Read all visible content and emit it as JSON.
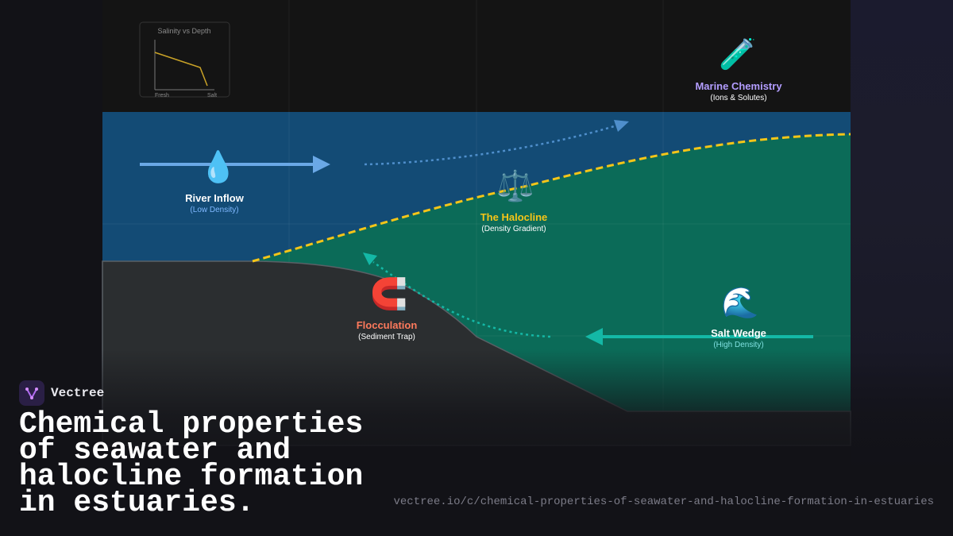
{
  "inset_chart": {
    "title": "Salinity vs Depth",
    "x_left_label": "Fresh",
    "x_right_label": "Salt"
  },
  "labels": {
    "marine_chemistry": {
      "icon": "test-tube-icon",
      "glyph": "🧪",
      "title": "Marine Chemistry",
      "subtitle": "(Ions & Solutes)",
      "color": "#b39dff"
    },
    "river_inflow": {
      "icon": "droplet-icon",
      "glyph": "💧",
      "title": "River Inflow",
      "subtitle": "(Low Density)",
      "color": "#ffffff",
      "sub_color": "#7fb8ff"
    },
    "halocline": {
      "icon": "balance-scale-icon",
      "glyph": "⚖️",
      "title": "The Halocline",
      "subtitle": "(Density Gradient)",
      "color": "#f5c518"
    },
    "flocculation": {
      "icon": "magnet-icon",
      "glyph": "🧲",
      "title": "Flocculation",
      "subtitle": "(Sediment Trap)",
      "color": "#ff7a5c"
    },
    "salt_wedge": {
      "icon": "wave-icon",
      "glyph": "🌊",
      "title": "Salt Wedge",
      "subtitle": "(High Density)",
      "color": "#ffffff",
      "sub_color": "#7fe0e0"
    }
  },
  "colors": {
    "fresh_water": "#134b75",
    "salt_water": "#0b6b58",
    "seabed": "#2b2e30",
    "halocline_line": "#f5c518",
    "river_arrow": "#6aa8e6",
    "salt_arrow": "#14b8a6"
  },
  "brand": {
    "name": "Vectree",
    "logo_icon": "vectree-logo-icon"
  },
  "headline": "Chemical properties of seawater and halocline formation in estuaries.",
  "url": "vectree.io/c/chemical-properties-of-seawater-and-halocline-formation-in-estuaries"
}
